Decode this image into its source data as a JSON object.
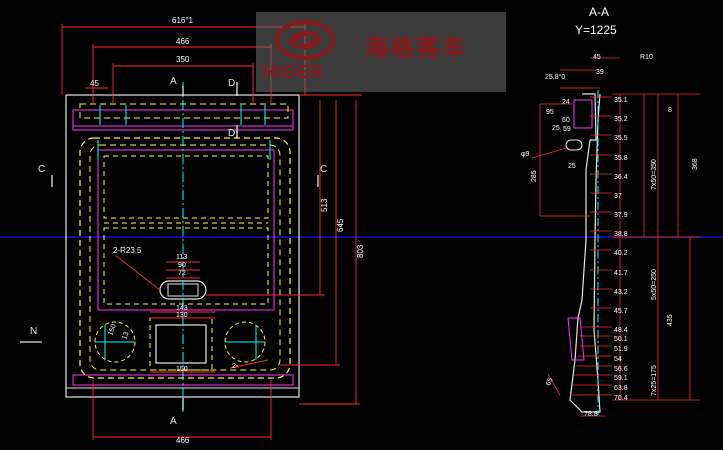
{
  "watermark": {
    "brand_text": "HIGER",
    "brand_chinese": "海格客车"
  },
  "colors": {
    "background": "#000000",
    "dimension": "#ff2a2a",
    "frame": "#e6e6e6",
    "hidden": "#ffff33",
    "magenta": "#ff33ff",
    "centerline": "#00ffff",
    "cut_line": "#1a1aff",
    "watermark_red": "#8a1a1a"
  },
  "front_view": {
    "dims": {
      "top_overall": "616°1",
      "top_466": "466",
      "top_350": "350",
      "left_45": "45",
      "right_513": "513",
      "right_645": "645",
      "right_803": "803",
      "bottom_466": "466",
      "holes_label": "2-R23.5",
      "hole_113": "113",
      "hole_90": "90",
      "hole_72": "72",
      "plate_143": "143",
      "plate_130": "130",
      "plate_150": "150",
      "diag_150": "150",
      "diag_13": "13",
      "diag_2": "2-"
    },
    "section_marks": {
      "a_top": "A",
      "a_bottom": "A",
      "d_upper": "D",
      "d_lower": "D",
      "c_left": "C",
      "c_right": "C",
      "north": "N"
    }
  },
  "section_view": {
    "title": "A-A",
    "coordinate": "Y=1225",
    "dims": {
      "d45": "45",
      "d25_8": "25.8°0",
      "d39": "39",
      "r10": "R10",
      "d24": "24",
      "d95": "95",
      "d60": "60",
      "d25": "25",
      "d59": "59",
      "d8": "8",
      "phi9": "φ9",
      "d285": "285",
      "d25_bottom": "25",
      "d65": "65",
      "d78_8": "78.8",
      "group1": "7x50=350",
      "group2": "5x50=250",
      "group3": "7x25=175",
      "total_368": "368",
      "total_435": "435"
    },
    "levels": [
      "35.1",
      "35.2",
      "35.5",
      "35.8",
      "36.4",
      "37",
      "37.9",
      "38.8",
      "40.2",
      "41.7",
      "43.2",
      "45.7",
      "48.4",
      "50.1",
      "51.9",
      "54",
      "56.6",
      "59.1",
      "63.8",
      "70.4"
    ]
  }
}
